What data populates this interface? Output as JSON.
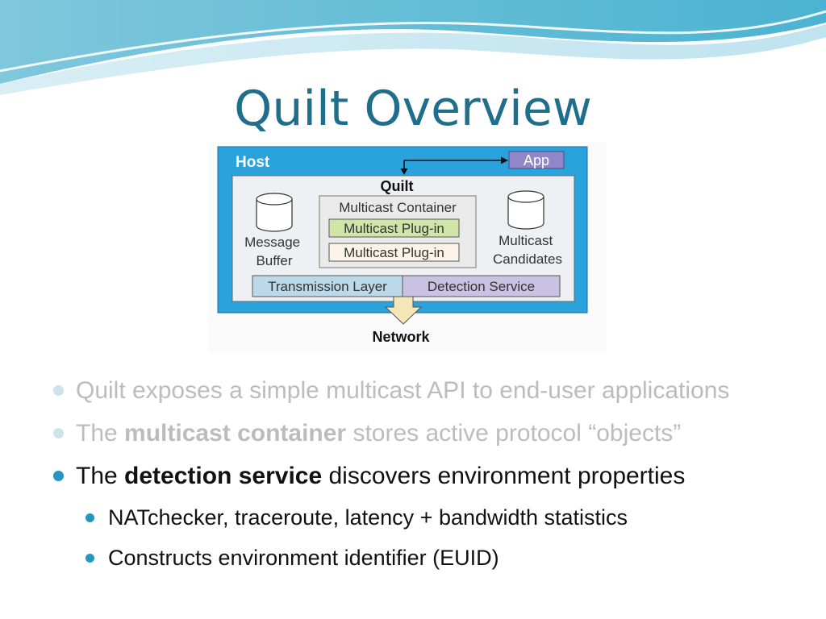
{
  "slide": {
    "title": "Quilt Overview"
  },
  "diagram": {
    "host_label": "Host",
    "app_label": "App",
    "quilt_label": "Quilt",
    "message_buffer": [
      "Message",
      "Buffer"
    ],
    "multicast_container": "Multicast Container",
    "plugin_1": "Multicast Plug-in",
    "plugin_2": "Multicast Plug-in",
    "multicast_candidates": [
      "Multicast",
      "Candidates"
    ],
    "transmission_layer": "Transmission Layer",
    "detection_service": "Detection Service",
    "network_label": "Network"
  },
  "bullets": [
    {
      "text": "Quilt exposes a simple multicast API to end-user applications"
    },
    {
      "pre": "The ",
      "bold": "multicast container",
      "post": " stores active protocol “objects”"
    },
    {
      "pre": "The ",
      "bold": "detection service",
      "post": " discovers environment properties"
    }
  ],
  "sub_bullets": [
    "NATchecker, traceroute, latency + bandwidth statistics",
    "Constructs environment identifier (EUID)"
  ],
  "colors": {
    "title": "#1f6e8c",
    "host_bg": "#2aa2dc",
    "app_bg": "#8f87c7",
    "plugin_green": "#cfe6a8",
    "plugin_cream": "#fcf4e8",
    "transmission_bg": "#bcd9ea",
    "detection_bg": "#c9c2e3",
    "network_arrow": "#f5e6b8"
  }
}
